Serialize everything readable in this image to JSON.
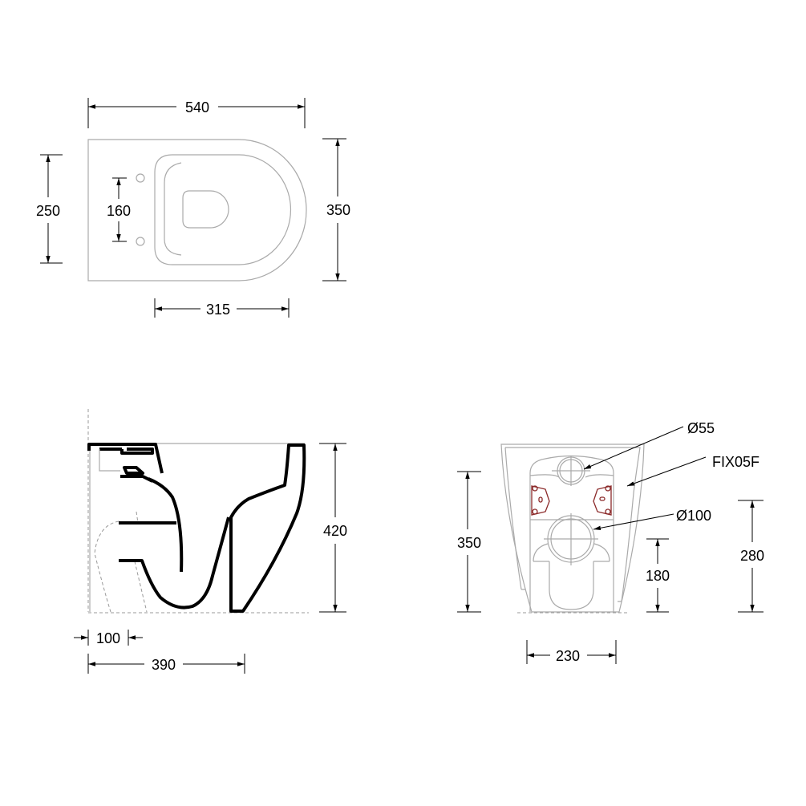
{
  "top_view": {
    "dim_length": "540",
    "dim_seat_width": "250",
    "dim_fixing_holes": "160",
    "dim_width": "350",
    "dim_bowl_length": "315"
  },
  "side_view": {
    "dim_height": "420",
    "dim_outlet_offset": "100",
    "dim_outlet_length": "390"
  },
  "rear_view": {
    "label_inlet": "Ø55",
    "label_fixing_kit": "FIX05F",
    "label_outlet": "Ø100",
    "dim_height": "350",
    "dim_outlet_height": "180",
    "dim_fixing_height": "280",
    "dim_fixing_span": "230",
    "bracket_color": "#8b2a2a"
  }
}
